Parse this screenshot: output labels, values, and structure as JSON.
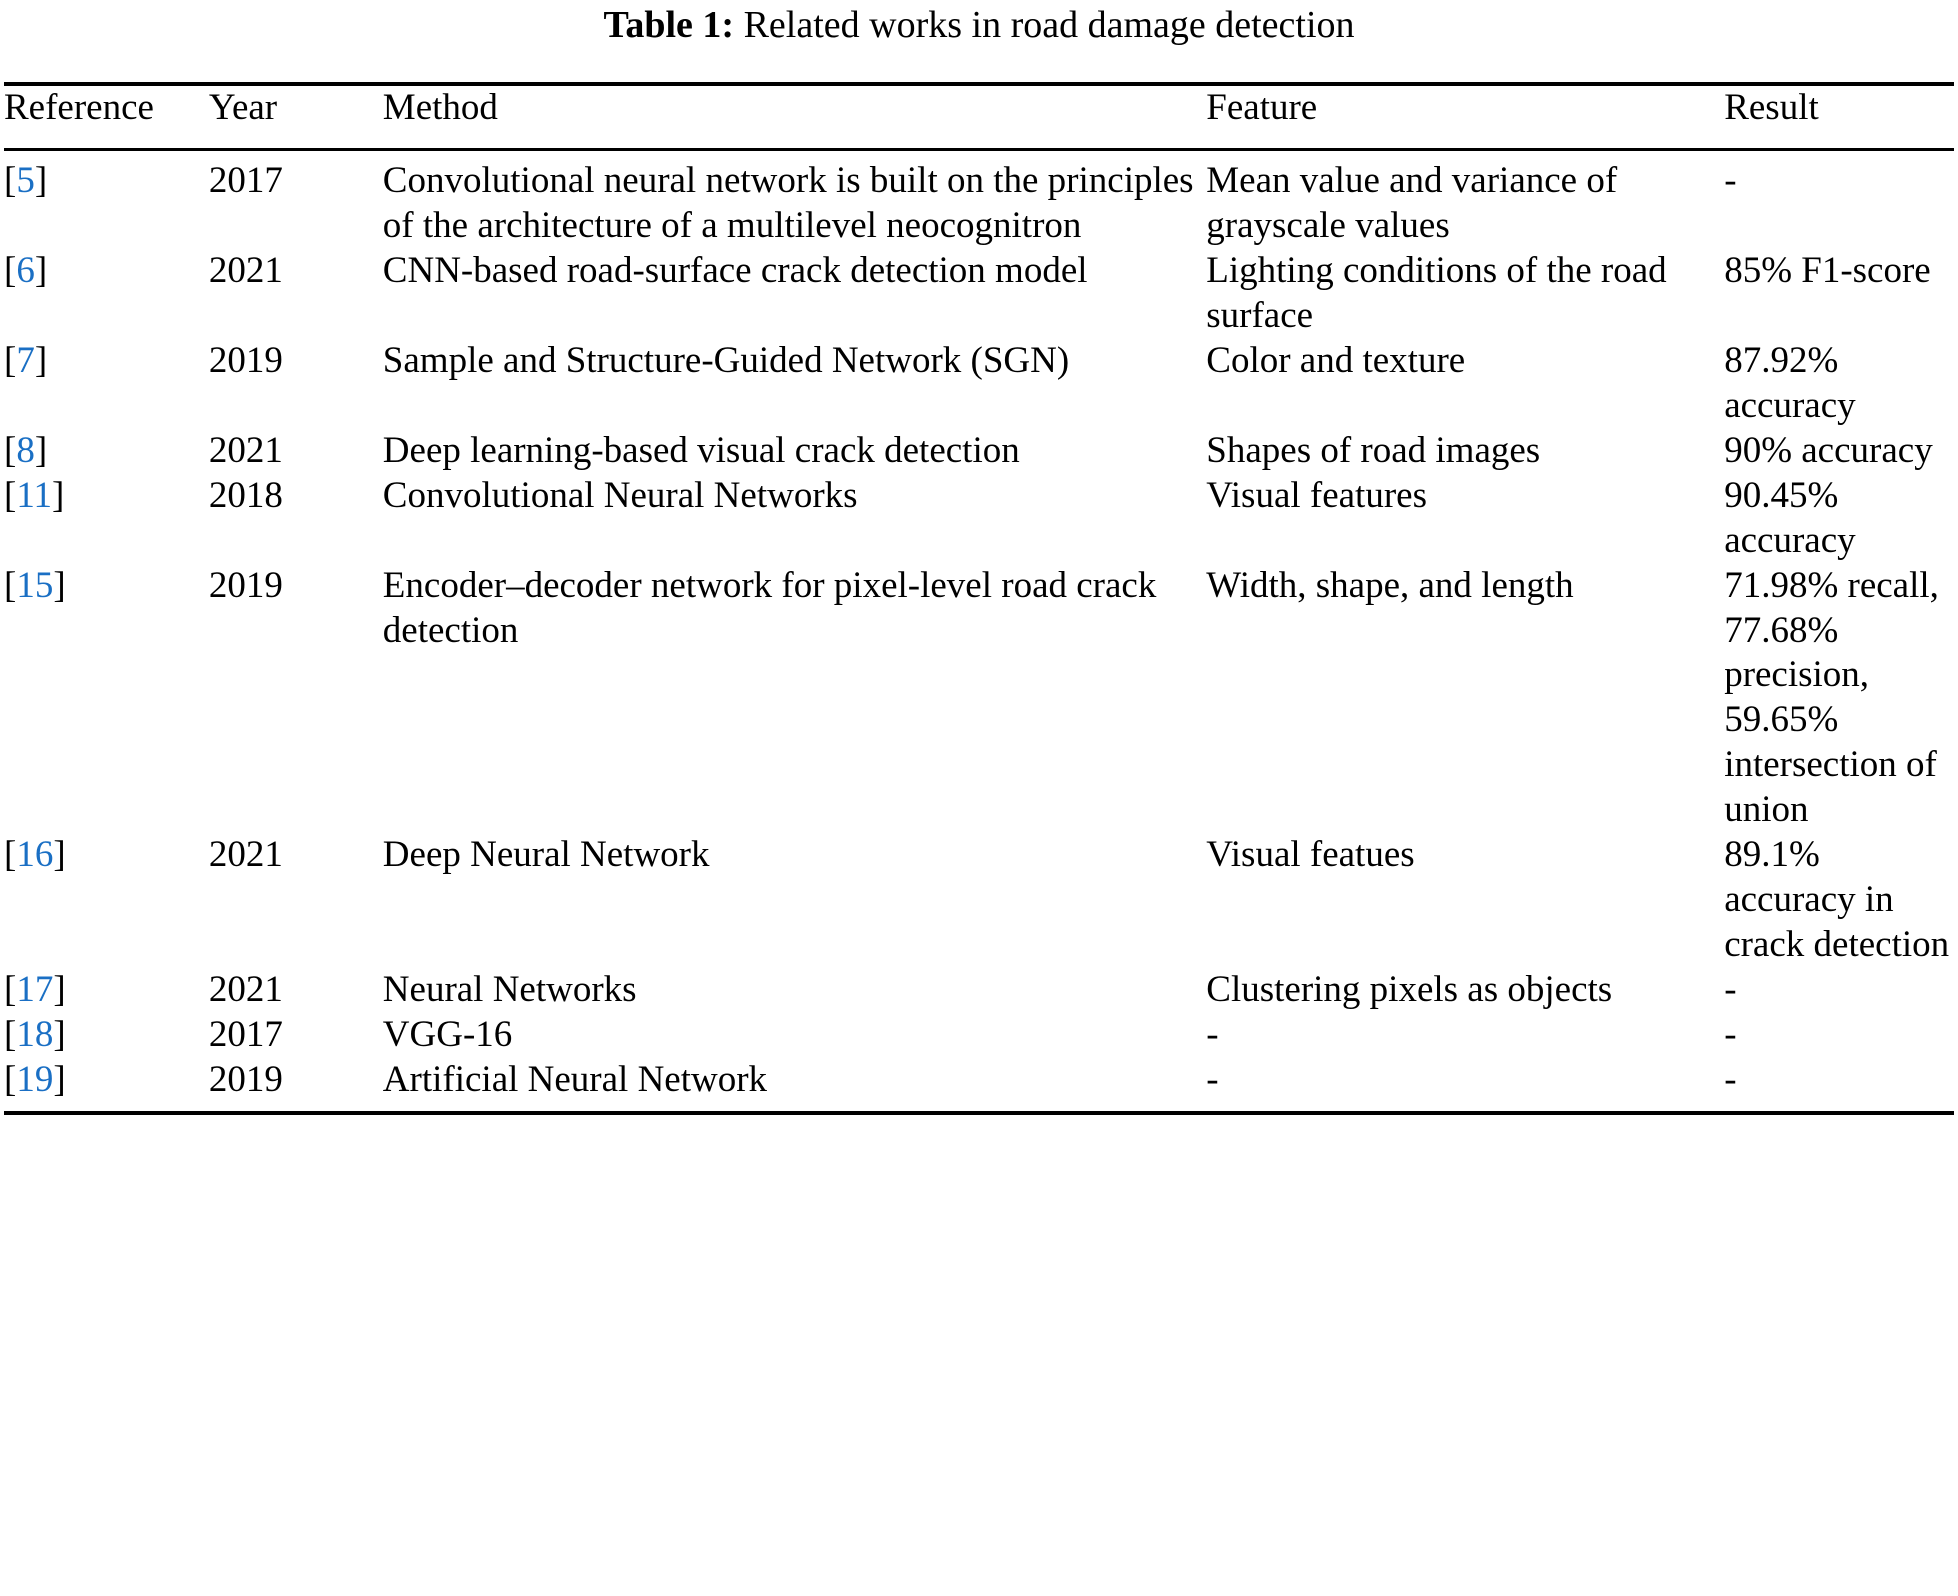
{
  "caption": {
    "label": "Table 1:",
    "text": "Related works in road damage detection"
  },
  "table": {
    "columns": [
      {
        "key": "reference",
        "label": "Reference"
      },
      {
        "key": "year",
        "label": "Year"
      },
      {
        "key": "method",
        "label": "Method"
      },
      {
        "key": "feature",
        "label": "Feature"
      },
      {
        "key": "result",
        "label": "Result"
      }
    ],
    "link_color": "#1a6fc4",
    "rows": [
      {
        "reference": "5",
        "year": "2017",
        "method": "Convolutional neural network is built on the principles of the architecture of a multilevel neocognitron",
        "feature": "Mean value and variance of grayscale values",
        "result": "-"
      },
      {
        "reference": "6",
        "year": "2021",
        "method": "CNN-based road-surface crack detection model",
        "feature": "Lighting conditions of the road surface",
        "result": "85% F1-score"
      },
      {
        "reference": "7",
        "year": "2019",
        "method": "Sample and Structure-Guided Network (SGN)",
        "feature": "Color and texture",
        "result": "87.92% accuracy"
      },
      {
        "reference": "8",
        "year": "2021",
        "method": "Deep learning-based visual crack detection",
        "feature": "Shapes of road images",
        "result": "90% accuracy"
      },
      {
        "reference": "11",
        "year": "2018",
        "method": "Convolutional Neural Networks",
        "feature": "Visual features",
        "result": "90.45% accuracy"
      },
      {
        "reference": "15",
        "year": "2019",
        "method": "Encoder–decoder network for pixel-level road crack detection",
        "feature": "Width, shape, and length",
        "result": "71.98% recall, 77.68% precision, 59.65% intersection of union"
      },
      {
        "reference": "16",
        "year": "2021",
        "method": "Deep Neural Network",
        "feature": "Visual featues",
        "result": "89.1% accuracy in crack detection"
      },
      {
        "reference": "17",
        "year": "2021",
        "method": "Neural Networks",
        "feature": "Clustering pixels as objects",
        "result": "-"
      },
      {
        "reference": "18",
        "year": "2017",
        "method": "VGG-16",
        "feature": "-",
        "result": "-"
      },
      {
        "reference": "19",
        "year": "2019",
        "method": "Artificial Neural Network",
        "feature": "-",
        "result": "-"
      }
    ]
  }
}
